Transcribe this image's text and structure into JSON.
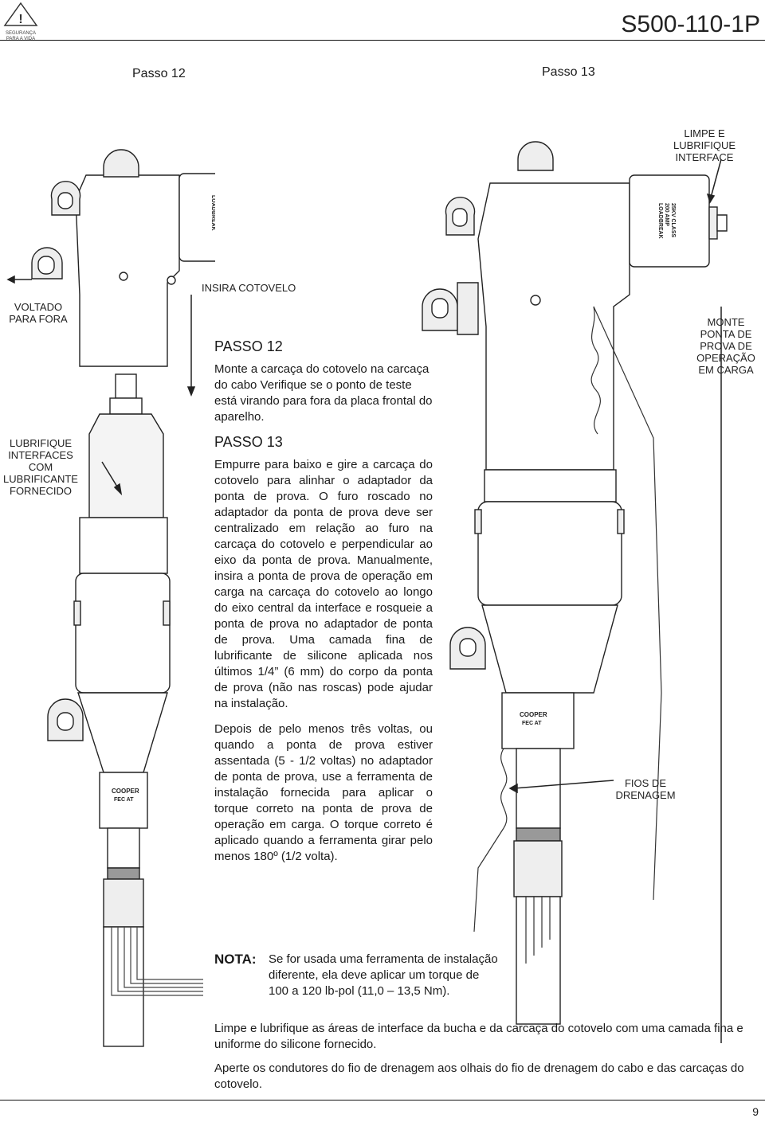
{
  "header": {
    "safety_line1": "SEGURANÇA",
    "safety_line2": "PARA A VIDA",
    "doc_number": "S500-110-1P"
  },
  "captions": {
    "step12": "Passo 12",
    "step13": "Passo 13"
  },
  "labels": {
    "limpe": [
      "LIMPE E",
      "LUBRIFIQUE",
      "INTERFACE"
    ],
    "insira": "INSIRA COTOVELO",
    "voltado": [
      "VOLTADO",
      "PARA FORA"
    ],
    "lubrifique": [
      "LUBRIFIQUE",
      "INTERFACES",
      "COM",
      "LUBRIFICANTE",
      "FORNECIDO"
    ],
    "monte": [
      "MONTE",
      "PONTA DE",
      "PROVA DE",
      "OPERAÇÃO",
      "EM CARGA"
    ],
    "fios": [
      "FIOS DE",
      "DRENAGEM"
    ]
  },
  "elbow_marking": [
    "25KV CLASS",
    "200 AMP",
    "LOADBREAK"
  ],
  "brand": {
    "name": "COOPER",
    "sub": "FEC   AT"
  },
  "steps": {
    "passo12_title": "PASSO 12",
    "passo12_text": "Monte a carcaça do cotovelo na carcaça do cabo Verifique se o ponto de teste está virando para fora da placa frontal do aparelho.",
    "passo13_title": "PASSO 13",
    "passo13_text": "Empurre para baixo e gire a carcaça do cotovelo para alinhar o adaptador da ponta de prova. O furo roscado no adaptador da ponta de prova deve ser centralizado em relação ao furo na carcaça do cotovelo e perpendicular ao eixo da ponta de prova. Manualmente, insira a ponta de prova de operação em carga na carcaça do cotovelo ao longo do eixo central da interface e rosqueie a ponta de prova no adaptador de ponta de prova. Uma camada fina de lubrificante de silicone aplicada nos últimos 1/4” (6 mm) do corpo da ponta de prova (não nas roscas) pode ajudar na instalação.",
    "after_text": "Depois de pelo menos três voltas, ou quando a ponta de prova estiver assentada (5 - 1/2 voltas) no adaptador de ponta de prova, use a ferramenta de instalação fornecida para aplicar o torque correto na ponta de prova de operação em carga. O torque correto é aplicado quando a ferramenta girar pelo menos 180º (1/2 volta).",
    "nota_label": "NOTA:",
    "nota_text": "Se for usada uma ferramenta de instalação diferente, ela deve aplicar um torque de 100 a 120 lb-pol (11,0 – 13,5 Nm).",
    "limpe_text": "Limpe e lubrifique as áreas de interface da bucha e da carcaça do cotovelo com uma camada fina e uniforme do silicone fornecido.",
    "aperte_text": "Aperte os condutores do fio de drenagem aos olhais do fio de drenagem do cabo e das carcaças do cotovelo."
  },
  "footer": {
    "page_number": "9"
  }
}
